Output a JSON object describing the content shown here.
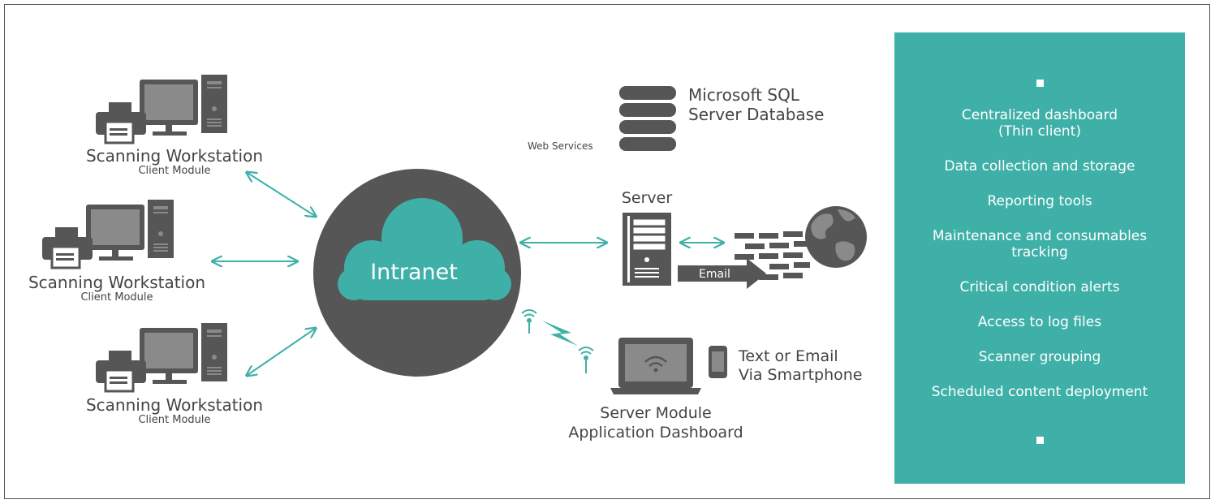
{
  "workstations": [
    {
      "title": "Scanning Workstation",
      "subtitle": "Client Module"
    },
    {
      "title": "Scanning Workstation",
      "subtitle": "Client Module"
    },
    {
      "title": "Scanning Workstation",
      "subtitle": "Client Module"
    }
  ],
  "cloud_label": "Intranet",
  "database": {
    "title_line1": "Microsoft SQL",
    "title_line2": "Server Database",
    "side_label": "Web Services"
  },
  "server": {
    "label": "Server",
    "email_label": "Email"
  },
  "dashboard": {
    "line1": "Server Module",
    "line2": "Application Dashboard"
  },
  "smartphone": {
    "line1": "Text or Email",
    "line2": "Via Smartphone"
  },
  "features": [
    {
      "line1": "Centralized dashboard",
      "line2": "(Thin client)"
    },
    {
      "line1": "Data collection and storage"
    },
    {
      "line1": "Reporting tools"
    },
    {
      "line1": "Maintenance and consumables",
      "line2": "tracking"
    },
    {
      "line1": "Critical condition alerts"
    },
    {
      "line1": "Access to log files"
    },
    {
      "line1": "Scanner grouping"
    },
    {
      "line1": "Scheduled content deployment"
    }
  ],
  "colors": {
    "teal": "#3fb0a8",
    "dark": "#565656",
    "mid": "#8a8a8a",
    "text": "#444444"
  }
}
